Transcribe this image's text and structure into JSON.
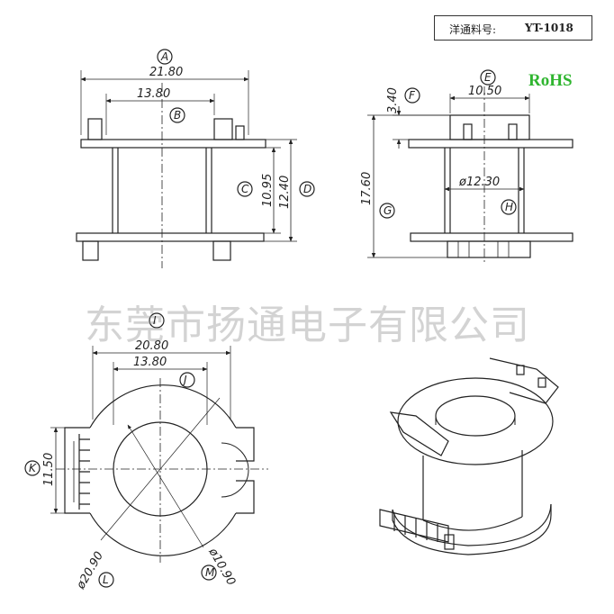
{
  "part_number": {
    "label": "洋通料号:",
    "value": "YT-1018"
  },
  "compliance": "RoHS",
  "watermark": "东莞市扬通电子有限公司",
  "dimensions": {
    "A": "21.80",
    "B": "13.80",
    "C": "10.95",
    "D": "12.40",
    "E": "10.50",
    "F": "3.40",
    "G": "17.60",
    "H": "ø12.30",
    "I": "20.80",
    "J": "13.80",
    "K": "11.50",
    "L": "ø20.90",
    "M": "ø10.90"
  },
  "callouts": [
    "A",
    "B",
    "C",
    "D",
    "E",
    "F",
    "G",
    "H",
    "I",
    "J",
    "K",
    "L",
    "M"
  ]
}
